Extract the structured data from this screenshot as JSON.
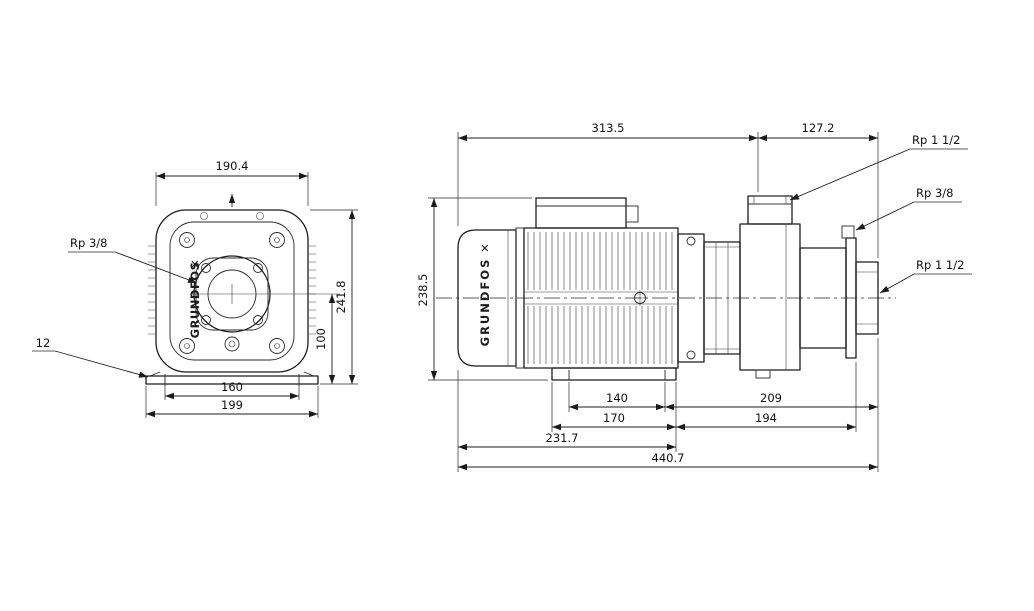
{
  "front_view": {
    "brand": "GRUNDFOS",
    "brand_mark": "✕",
    "port_label": "Rp 3/8",
    "dims": {
      "width_top": "190.4",
      "overall_height": "241.8",
      "shaft_height": "100",
      "bolt_spacing": "160",
      "base_width": "199",
      "base_thickness": "12"
    }
  },
  "side_view": {
    "brand": "GRUNDFOS",
    "brand_mark": "✕",
    "port_top_label": "Rp 1 1/2",
    "port_plug_label": "Rp 3/8",
    "port_end_label": "Rp 1 1/2",
    "dims": {
      "motor_length": "313.5",
      "pump_head_length": "127.2",
      "overall_height": "238.5",
      "foot_hole_spacing": "140",
      "hole_to_port_end": "209",
      "foot_length": "170",
      "foot_to_flange": "194",
      "front_to_foot_end": "231.7",
      "overall_length": "440.7"
    }
  }
}
